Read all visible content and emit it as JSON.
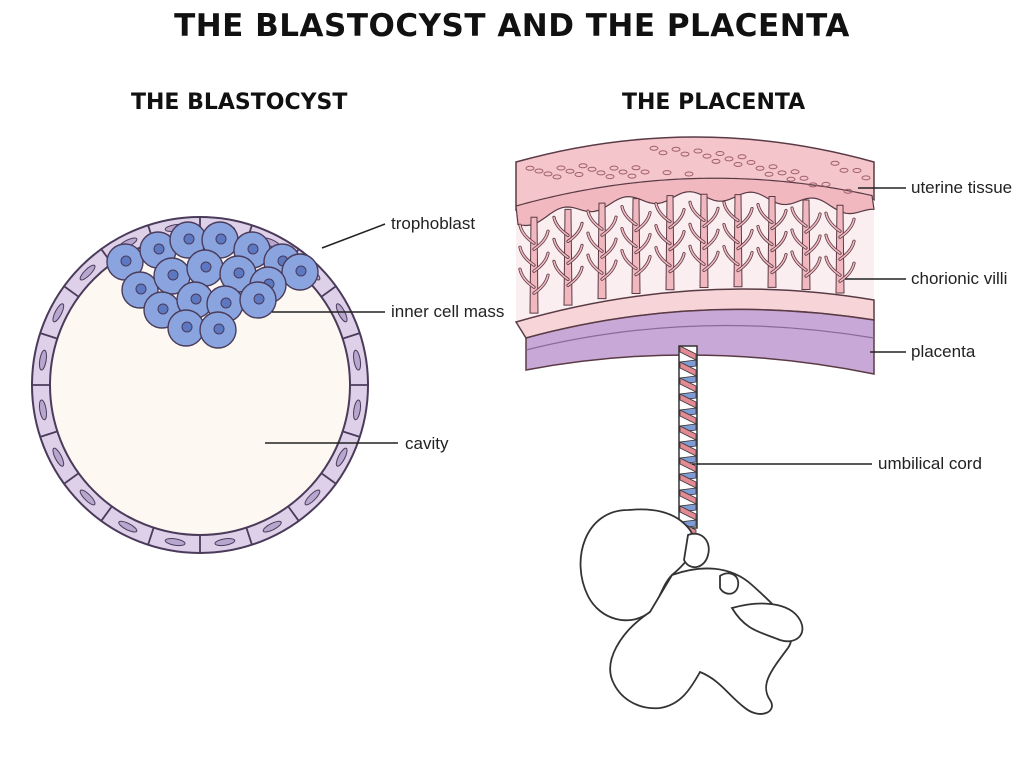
{
  "title": "THE BLASTOCYST AND THE PLACENTA",
  "blastocyst": {
    "heading": "THE BLASTOCYST",
    "labels": {
      "trophoblast": "trophoblast",
      "inner_cell_mass": "inner cell mass",
      "cavity": "cavity"
    }
  },
  "placenta": {
    "heading": "THE PLACENTA",
    "labels": {
      "uterine_tissue": "uterine tissue",
      "chorionic_villi": "chorionic villi",
      "placenta": "placenta",
      "umbilical_cord": "umbilical cord"
    }
  },
  "colors": {
    "trophoblast_fill": "#ddd0e8",
    "cell_outline": "#4a3b5a",
    "inner_cell_fill": "#8aa4e0",
    "cavity_fill": "#fdf8f2",
    "uterine_fill": "#f4c6cc",
    "villi_fill": "#f2b8bf",
    "placenta_band": "#c8a8d6",
    "cord_red": "#e48a95",
    "cord_blue": "#7f9bd6"
  }
}
